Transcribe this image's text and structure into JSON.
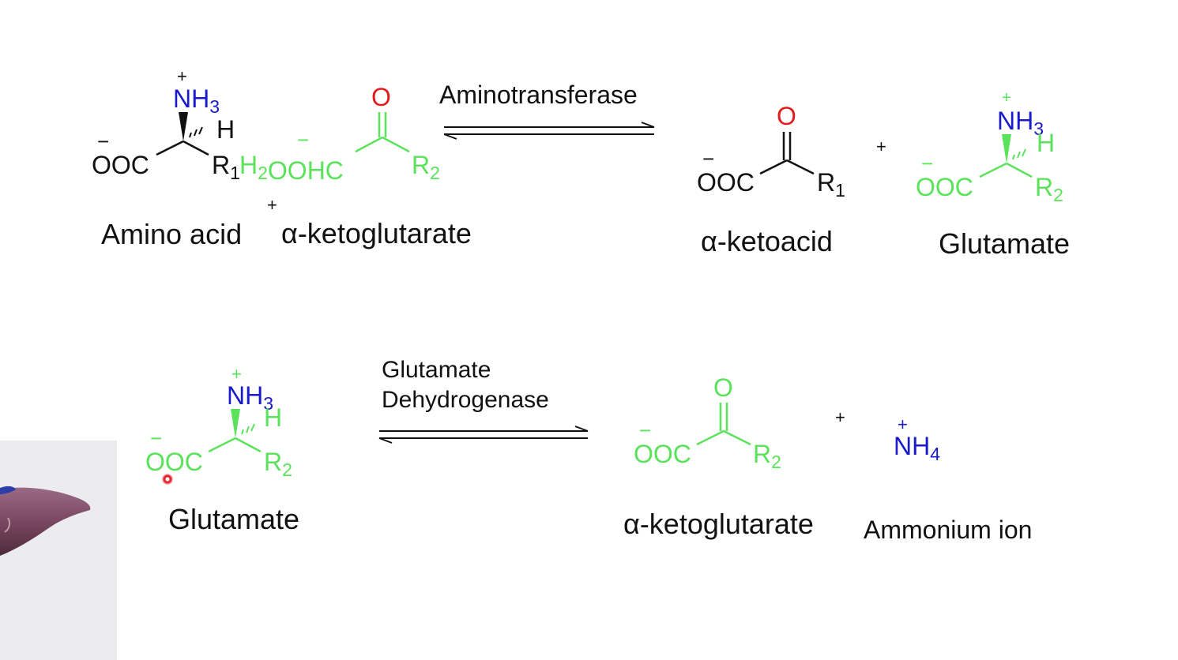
{
  "colors": {
    "black": "#111111",
    "green": "#5be25b",
    "blue": "#1a1acd",
    "red": "#e01b1b"
  },
  "reaction1": {
    "enzyme": "Aminotransferase",
    "plus_left": "+",
    "plus_right": "+",
    "reactant1": {
      "label": "Amino acid",
      "charge_n": "+",
      "amine": "NH3",
      "h": "H",
      "charge_o": "−",
      "carboxylate": "OOC",
      "r_group": "R1"
    },
    "reactant2": {
      "label": "α-ketoglutarate",
      "formula": "H2OOHC",
      "charge_o": "−",
      "oxygen": "O",
      "r_group": "R2"
    },
    "product1": {
      "label": "α-ketoacid",
      "charge_o": "−",
      "carboxylate": "OOC",
      "oxygen": "O",
      "r_group": "R1"
    },
    "product2": {
      "label": "Glutamate",
      "charge_n": "+",
      "amine": "NH3",
      "h": "H",
      "charge_o": "−",
      "carboxylate": "OOC",
      "r_group": "R2"
    }
  },
  "reaction2": {
    "enzyme_line1": "Glutamate",
    "enzyme_line2": "Dehydrogenase",
    "plus": "+",
    "reactant": {
      "label": "Glutamate",
      "charge_n": "+",
      "amine": "NH3",
      "h": "H",
      "charge_o": "−",
      "carboxylate": "OOC",
      "r_group": "R2"
    },
    "product1": {
      "label": "α-ketoglutarate",
      "charge_o": "−",
      "carboxylate": "OOC",
      "oxygen": "O",
      "r_group": "R2"
    },
    "product2": {
      "label": "Ammonium ion",
      "charge_n": "+",
      "ion": "NH4"
    }
  },
  "thumbnail": {
    "icon": "liver-icon"
  },
  "cursor": {
    "icon": "pointer-dot-icon"
  }
}
